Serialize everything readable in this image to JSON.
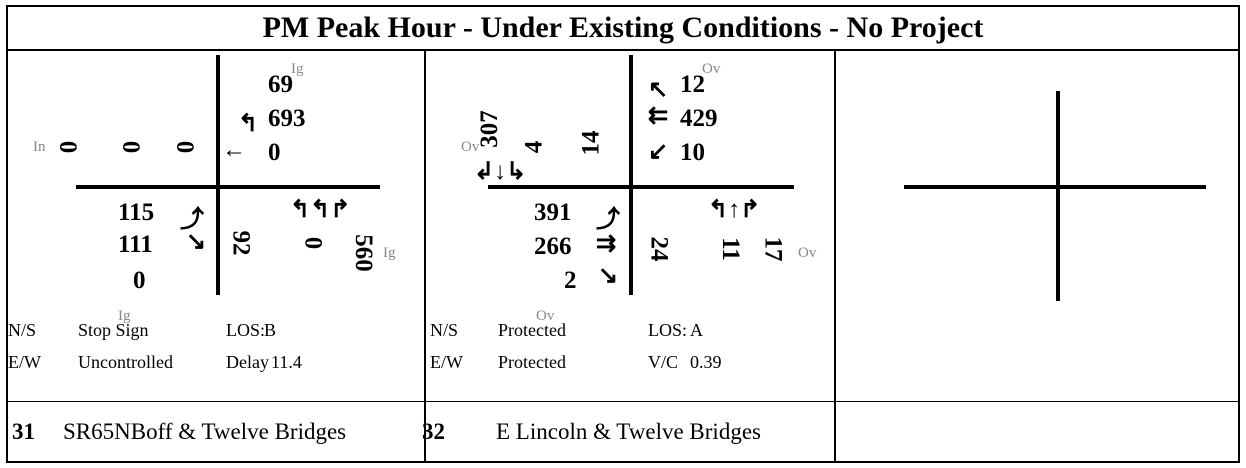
{
  "title": "PM Peak Hour - Under Existing Conditions - No Project",
  "intersections": [
    {
      "number": "31",
      "name": "SR65NBoff & Twelve Bridges",
      "controls": {
        "north": "Ig",
        "west": "In",
        "south": "Ig",
        "east": "Ig"
      },
      "volumes": {
        "southbound": [
          "0",
          "0",
          "0"
        ],
        "westbound": [
          "69",
          "693",
          "0"
        ],
        "eastbound": [
          "115",
          "111",
          "0"
        ],
        "northbound": [
          "92",
          "0",
          "560"
        ]
      },
      "info": {
        "ns_label": "N/S",
        "ns_control": "Stop Sign",
        "metric1_label": "LOS:",
        "metric1_value": "B",
        "ew_label": "E/W",
        "ew_control": "Uncontrolled",
        "metric2_label": "Delay",
        "metric2_value": "11.4"
      }
    },
    {
      "number": "32",
      "name": "E Lincoln & Twelve Bridges",
      "controls": {
        "north": "Ov",
        "west": "Ov",
        "south": "Ov",
        "east": "Ov"
      },
      "volumes": {
        "southbound": [
          "307",
          "4",
          "14"
        ],
        "westbound": [
          "12",
          "429",
          "10"
        ],
        "eastbound": [
          "391",
          "266",
          "2"
        ],
        "northbound": [
          "24",
          "11",
          "17"
        ]
      },
      "info": {
        "ns_label": "N/S",
        "ns_control": "Protected",
        "metric1_label": "LOS:",
        "metric1_value": "A",
        "ew_label": "E/W",
        "ew_control": "Protected",
        "metric2_label": "V/C",
        "metric2_value": "0.39"
      }
    }
  ]
}
